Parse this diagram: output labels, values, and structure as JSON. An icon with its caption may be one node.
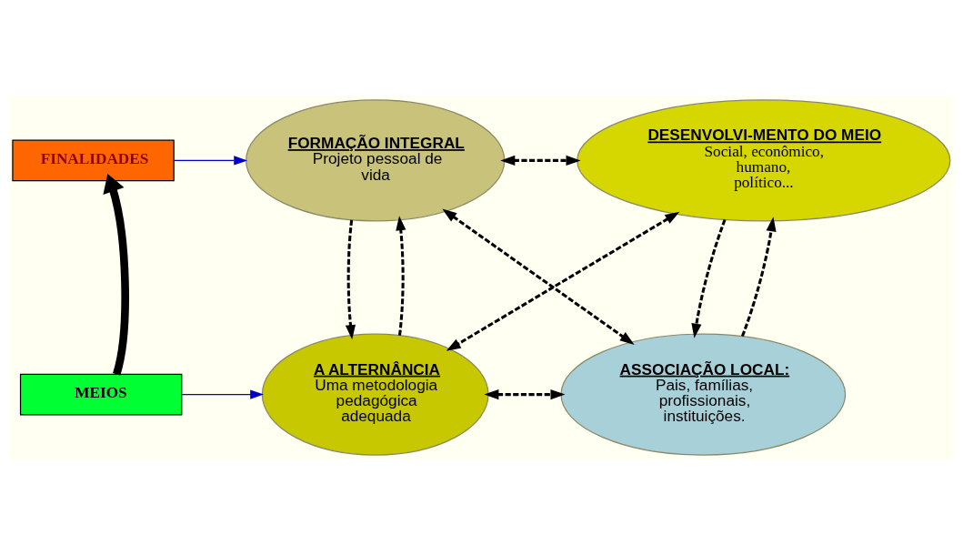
{
  "diagram": {
    "nodes": [
      {
        "text": [
          "FINALIDADES"
        ]
      },
      {
        "text": [
          "FORMAÇÃO INTEGRAL",
          "Projeto pessoal de vida"
        ]
      },
      {
        "text": [
          "DESENVOLVI-MENTO DO MEIO",
          "Social, econômico, humano, político..."
        ]
      },
      {
        "text": [
          "MEIOS"
        ]
      },
      {
        "text": [
          "A ALTERNÂNCIA",
          "Uma metodologia pedagógica adequada"
        ]
      },
      {
        "text": [
          "ASSOCIAÇÃO LOCAL:",
          "Pais, famílias, profissionais, instituições."
        ]
      }
    ],
    "edges": [
      {
        "from": 0,
        "to": 1,
        "arrow": "to",
        "color": "#0000cc"
      },
      {
        "from": 3,
        "to": 0,
        "arrow": "to",
        "style": "thick"
      },
      {
        "from": 3,
        "to": 4,
        "arrow": "to",
        "color": "#0000cc"
      },
      {
        "from": 1,
        "to": 2,
        "arrow": "both",
        "style": "dashed"
      },
      {
        "from": 1,
        "to": 4,
        "arrow": "to",
        "style": "dashed"
      },
      {
        "from": 4,
        "to": 1,
        "arrow": "to",
        "style": "dashed"
      },
      {
        "from": 2,
        "to": 4,
        "arrow": "both",
        "style": "dashed"
      },
      {
        "from": 1,
        "to": 5,
        "arrow": "both",
        "style": "dashed"
      },
      {
        "from": 2,
        "to": 5,
        "arrow": "to",
        "style": "dashed"
      },
      {
        "from": 5,
        "to": 2,
        "arrow": "to",
        "style": "dashed"
      },
      {
        "from": 4,
        "to": 5,
        "arrow": "both",
        "style": "dashed"
      }
    ]
  }
}
